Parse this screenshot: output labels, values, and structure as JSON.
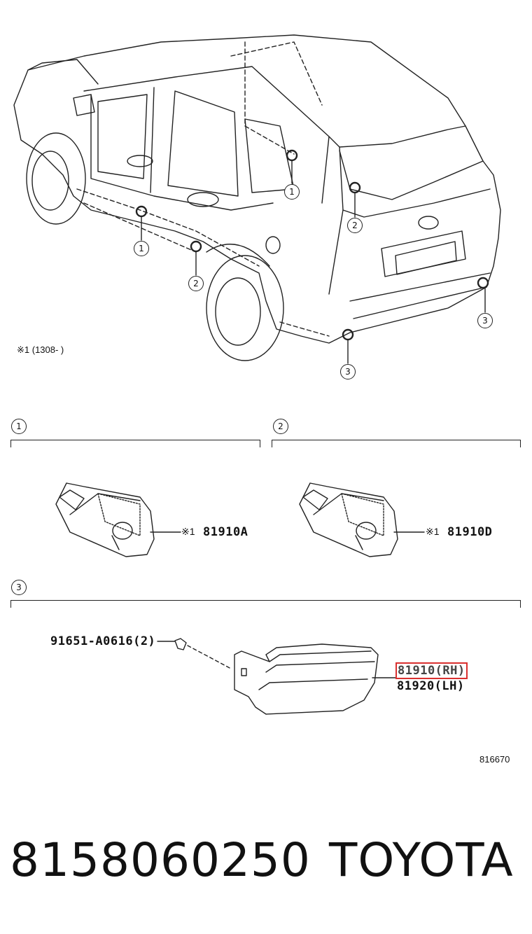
{
  "diagram": {
    "note_ref": "※1 (1308-     )",
    "callouts": {
      "one": "1",
      "two": "2",
      "three": "3"
    },
    "section_labels": {
      "s1": "1",
      "s2": "2",
      "s3": "3"
    },
    "parts": {
      "p81910A": "81910A",
      "p81910D": "81910D",
      "note_mark": "※1",
      "bolt": "91651-A0616(2)",
      "rh": "81910(RH)",
      "lh": "81920(LH)"
    },
    "ref_code": "816670"
  },
  "footer": {
    "part_number": "8158060250",
    "brand": "TOYOTA"
  },
  "colors": {
    "highlight": "#d9302f",
    "line": "#222222"
  }
}
